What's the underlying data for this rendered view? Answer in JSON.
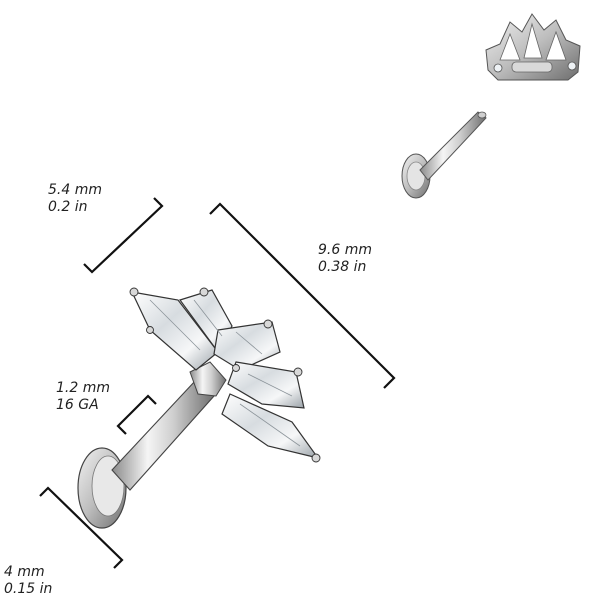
{
  "dimensions": {
    "top_width": {
      "mm": "5.4 mm",
      "in": "0.2 in"
    },
    "length": {
      "mm": "9.6 mm",
      "in": "0.38 in"
    },
    "gauge": {
      "mm": "1.2 mm",
      "ga": "16 GA"
    },
    "disc": {
      "mm": "4 mm",
      "in": "0.15 in"
    }
  },
  "colors": {
    "metal_light": "#f4f4f4",
    "metal_mid": "#c9c9c9",
    "metal_dark": "#7a7a7a",
    "gem": "#e9eef2",
    "line": "#111111"
  }
}
